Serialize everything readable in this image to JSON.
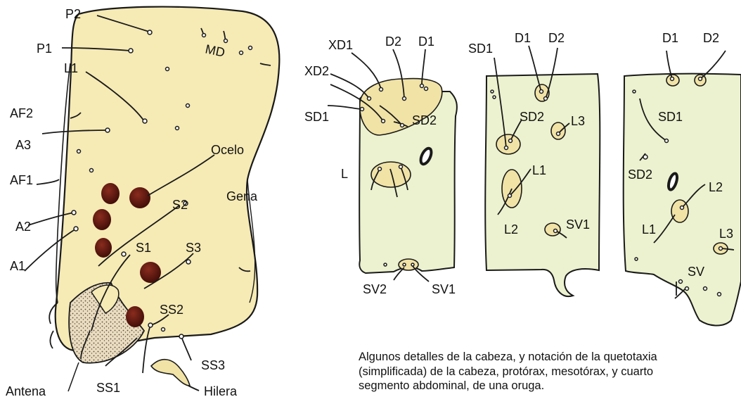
{
  "head": {
    "labels": {
      "P2": "P2",
      "P1": "P1",
      "MD": "MD",
      "L1": "L1",
      "AF2": "AF2",
      "A3": "A3",
      "AF1": "AF1",
      "A2": "A2",
      "A1": "A1",
      "Ocelo": "Ocelo",
      "Gena": "Gena",
      "S2": "S2",
      "S1": "S1",
      "S3": "S3",
      "SS2": "SS2",
      "SS3": "SS3",
      "SS1": "SS1",
      "Antena": "Antena",
      "Hilera": "Hilera"
    }
  },
  "prothorax": {
    "labels": {
      "XD1": "XD1",
      "D2": "D2",
      "D1": "D1",
      "XD2": "XD2",
      "SD1": "SD1",
      "SD2": "SD2",
      "L": "L",
      "SV2": "SV2",
      "SV1": "SV1"
    }
  },
  "mesothorax": {
    "labels": {
      "SD1": "SD1",
      "D1": "D1",
      "D2": "D2",
      "SD2": "SD2",
      "L3": "L3",
      "L1": "L1",
      "L2": "L2",
      "SV1": "SV1"
    }
  },
  "abdomen": {
    "labels": {
      "D1": "D1",
      "D2": "D2",
      "SD1": "SD1",
      "SD2": "SD2",
      "L2": "L2",
      "L1": "L1",
      "L3": "L3",
      "SV": "SV"
    }
  },
  "caption": {
    "line1": "Algunos detalles de la cabeza, y notación de la quetotaxia",
    "line2": "(simplificada) de la cabeza, protórax, mesotórax, y cuarto",
    "line3": "segmento abdominal, de una oruga."
  },
  "colors": {
    "head_fill": "#f6eab5",
    "segment_fill": "#ecf2cf",
    "pinaculum_fill": "#f1e3a6",
    "ocelli": "#6b1a12",
    "outline": "#1a1a1a"
  }
}
